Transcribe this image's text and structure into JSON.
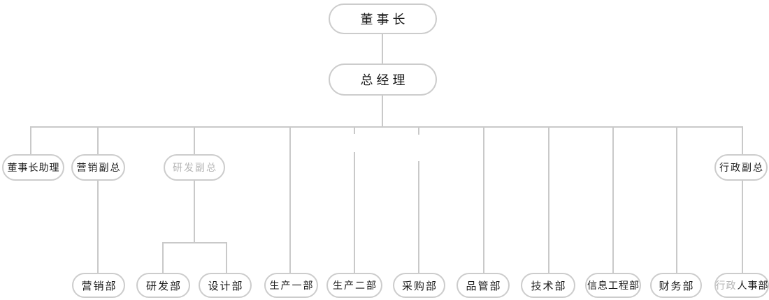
{
  "colors": {
    "background": "#ffffff",
    "connector_line": "#c9c9c9",
    "node_border": "#cccccc",
    "node_fill": "#ffffff",
    "text": "#1c1c1c",
    "muted_text": "#b5b5b5"
  },
  "org_chart": {
    "nodes": {
      "chairman": {
        "label": "董事长"
      },
      "general_manager": {
        "label": "总经理"
      },
      "chairman_assistant": {
        "label": "董事长助理"
      },
      "marketing_vp": {
        "label": "营销副总"
      },
      "rd_vp": {
        "label": "研发副总"
      },
      "admin_vp": {
        "label": "行政副总"
      },
      "marketing_dept": {
        "label": "营销部"
      },
      "rd_dept": {
        "label": "研发部"
      },
      "design_dept": {
        "label": "设计部"
      },
      "production_dept_1": {
        "label": "生产一部"
      },
      "production_dept_2": {
        "label": "生产二部"
      },
      "purchasing_dept": {
        "label": "采购部"
      },
      "quality_dept": {
        "label": "品管部"
      },
      "tech_dept": {
        "label": "技术部"
      },
      "info_engineering_dept": {
        "label": "信息工程部"
      },
      "finance_dept": {
        "label": "财务部"
      },
      "admin_hr_dept": {
        "label_light": "行政",
        "label_dark": "人事部"
      }
    },
    "hierarchy": {
      "董事长": [
        "总经理"
      ],
      "总经理": [
        "董事长助理",
        "营销副总",
        "研发副总",
        "生产一部",
        "生产二部",
        "采购部",
        "品管部",
        "技术部",
        "信息工程部",
        "财务部",
        "行政副总"
      ],
      "营销副总": [
        "营销部"
      ],
      "研发副总": [
        "研发部",
        "设计部"
      ],
      "行政副总": [
        "行政人事部"
      ]
    }
  }
}
